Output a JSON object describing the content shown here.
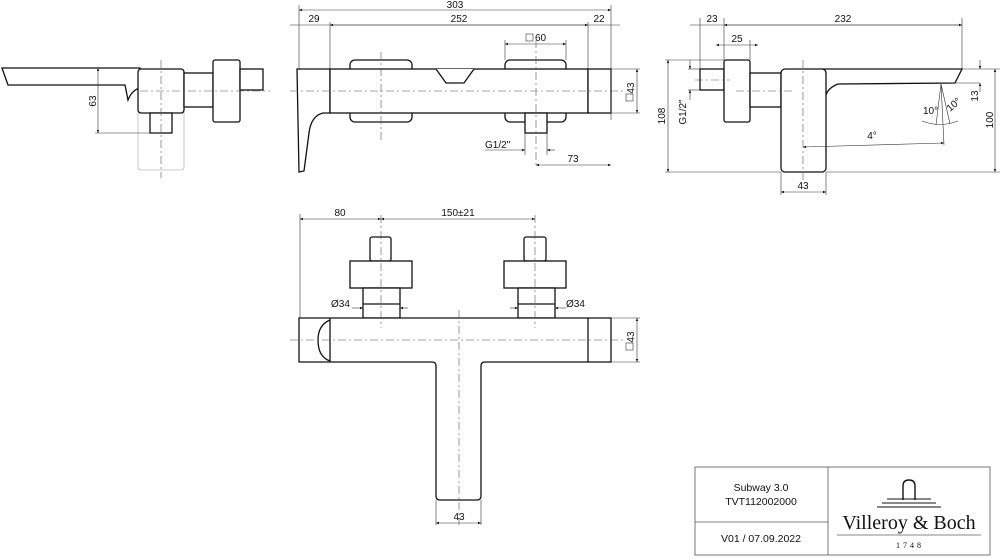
{
  "top_view": {
    "dim_total": "303",
    "dim_left": "29",
    "dim_mid": "252",
    "dim_right": "22",
    "dim_handle": "60",
    "dim_thread": "G1/2\"",
    "dim_outlet": "73",
    "dim_height": "43"
  },
  "side_view_right": {
    "dim_23": "23",
    "dim_232": "232",
    "dim_25": "25",
    "dim_108": "108",
    "dim_thread": "G1/2\"",
    "dim_13": "13",
    "dim_100": "100",
    "dim_43": "43",
    "angle_4": "4°",
    "angle_10a": "10°",
    "angle_10b": "10°"
  },
  "side_view_left": {
    "dim_63": "63"
  },
  "front_view": {
    "dim_80": "80",
    "dim_150": "150±21",
    "dim_d34_left": "Ø34",
    "dim_d34_right": "Ø34",
    "dim_43_side": "43",
    "dim_43_bottom": "43"
  },
  "title_block": {
    "product": "Subway 3.0",
    "code": "TVT112002000",
    "version": "V01 / 07.09.2022",
    "brand": "Villeroy & Boch",
    "year": "1748"
  }
}
